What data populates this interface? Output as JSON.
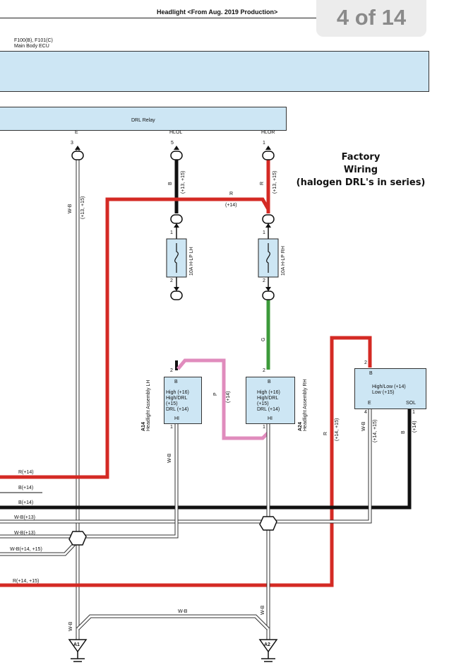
{
  "header": {
    "title": "Headlight <From Aug. 2019 Production>",
    "page_indicator": "4 of 14"
  },
  "ecu": {
    "codes": "F100(B), F101(C)",
    "name": "Main Body ECU"
  },
  "relay": {
    "title": "DRL Relay",
    "terminals": [
      "E",
      "HLOL",
      "HLOR"
    ],
    "pins": [
      "3",
      "5",
      "1"
    ]
  },
  "note": {
    "lines": [
      "Factory",
      "Wiring",
      "(halogen DRL's in series)"
    ]
  },
  "fuses": {
    "lh": {
      "label": "10A H-LP LH",
      "pin_top": "1",
      "pin_bottom": "2"
    },
    "rh": {
      "label": "10A H-LP RH",
      "pin_top": "1",
      "pin_bottom": "2"
    }
  },
  "components": {
    "a14": {
      "code": "A14",
      "name": "Headlight Assembly LH",
      "terminal_top": "B",
      "lines": [
        "High (+16)",
        "High/DRL",
        "(+15)",
        "DRL (+14)"
      ],
      "terminal_bottom": "HI",
      "pin_top": "2",
      "pin_bottom": "1"
    },
    "a24": {
      "code": "A24",
      "name": "Headlight Assembly RH",
      "terminal_top": "B",
      "lines": [
        "High (+16)",
        "High/DRL",
        "(+15)",
        "DRL (+14)"
      ],
      "terminal_bottom": "HI",
      "pin_top": "2",
      "pin_bottom": "1"
    },
    "switch": {
      "terminal_top": "B",
      "lines": [
        "High/Low (+14)",
        "Low (+15)"
      ],
      "terminal_left": "E",
      "terminal_right": "SOL",
      "pin_top": "2",
      "pin_left": "4",
      "pin_right": "1"
    }
  },
  "wire_labels": {
    "e_color": "W-B",
    "e_refs": "(+13, +15)",
    "hlol_color": "B",
    "hlol_refs": "(+13, +15)",
    "hlor_color": "R",
    "hlor_refs": "(+13, +15)",
    "cross_color": "R",
    "cross_refs": "(+14)",
    "green_color": "G",
    "pink_color": "P",
    "pink_refs": "(+14)",
    "a14_out_color": "W-B",
    "right_red_color": "R",
    "right_red_refs": "(+14, +15)",
    "sw_e_color": "W-B",
    "sw_e_refs": "(+14, +15)",
    "sw_sol_color": "B",
    "sw_sol_refs": "(+14)",
    "bus1": "R(+14)",
    "bus2": "B(+14)",
    "bus3": "B(+14)",
    "bus4": "W-B(+13)",
    "bus5": "W-B(+13)",
    "bus6": "W-B(+14, +15)",
    "bus7": "R(+14, +15)",
    "ground_bridge": "W-B",
    "ground_left_color": "W-B",
    "ground_right_color": "W-B"
  },
  "grounds": [
    "A1",
    "A2"
  ],
  "colors": {
    "red": "#d42a24",
    "black": "#111111",
    "green": "#3c9a3a",
    "pink": "#e08cbd",
    "panel": "#cde6f4"
  }
}
